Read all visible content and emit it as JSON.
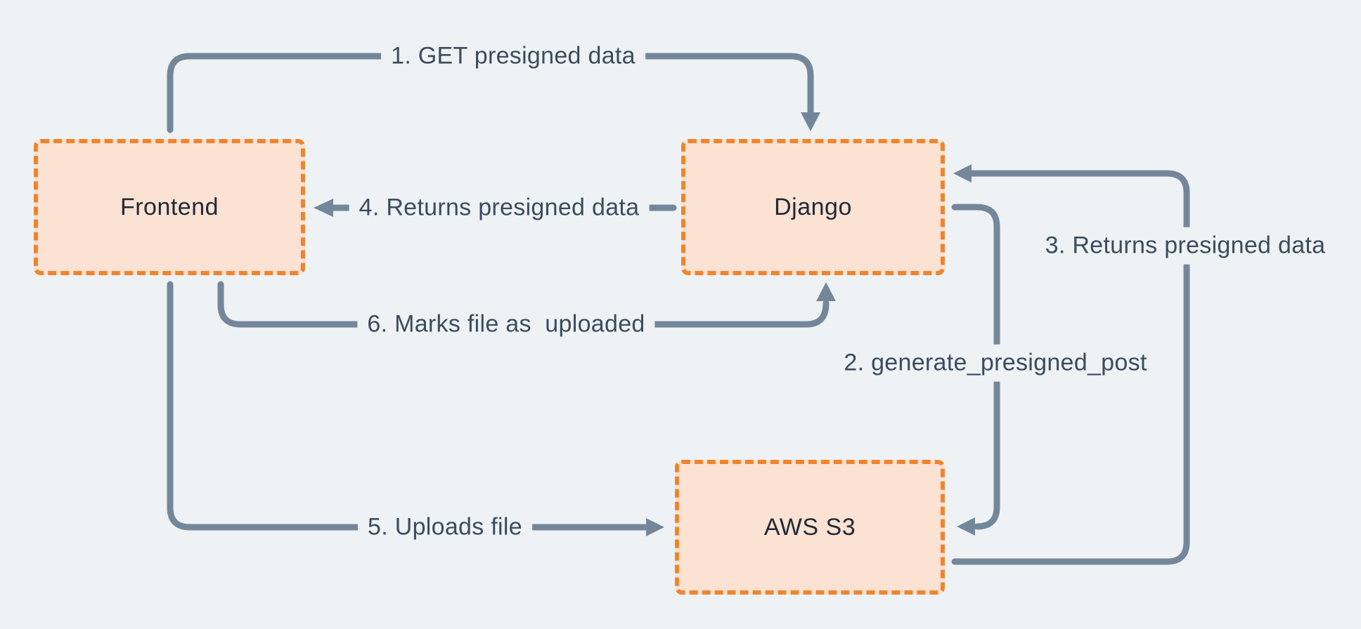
{
  "colors": {
    "bg": "#eef2f5",
    "line": "#74879a",
    "edge-text": "#3b4c5e",
    "node-fill": "#fbe2d3",
    "node-border": "#f0842c",
    "node-text": "#1f2a35"
  },
  "nodes": [
    {
      "id": "frontend",
      "label": "Frontend"
    },
    {
      "id": "django",
      "label": "Django"
    },
    {
      "id": "aws-s3",
      "label": "AWS S3"
    }
  ],
  "edges": [
    {
      "id": "1",
      "from": "frontend",
      "to": "django",
      "label": "1. GET presigned data"
    },
    {
      "id": "2",
      "from": "django",
      "to": "aws-s3",
      "label": "2. generate_presigned_post"
    },
    {
      "id": "3",
      "from": "aws-s3",
      "to": "django",
      "label": "3. Returns presigned data"
    },
    {
      "id": "4",
      "from": "django",
      "to": "frontend",
      "label": "4. Returns presigned data"
    },
    {
      "id": "5",
      "from": "frontend",
      "to": "aws-s3",
      "label": "5. Uploads file"
    },
    {
      "id": "6",
      "from": "frontend",
      "to": "django",
      "label": "6. Marks file as  uploaded"
    }
  ]
}
